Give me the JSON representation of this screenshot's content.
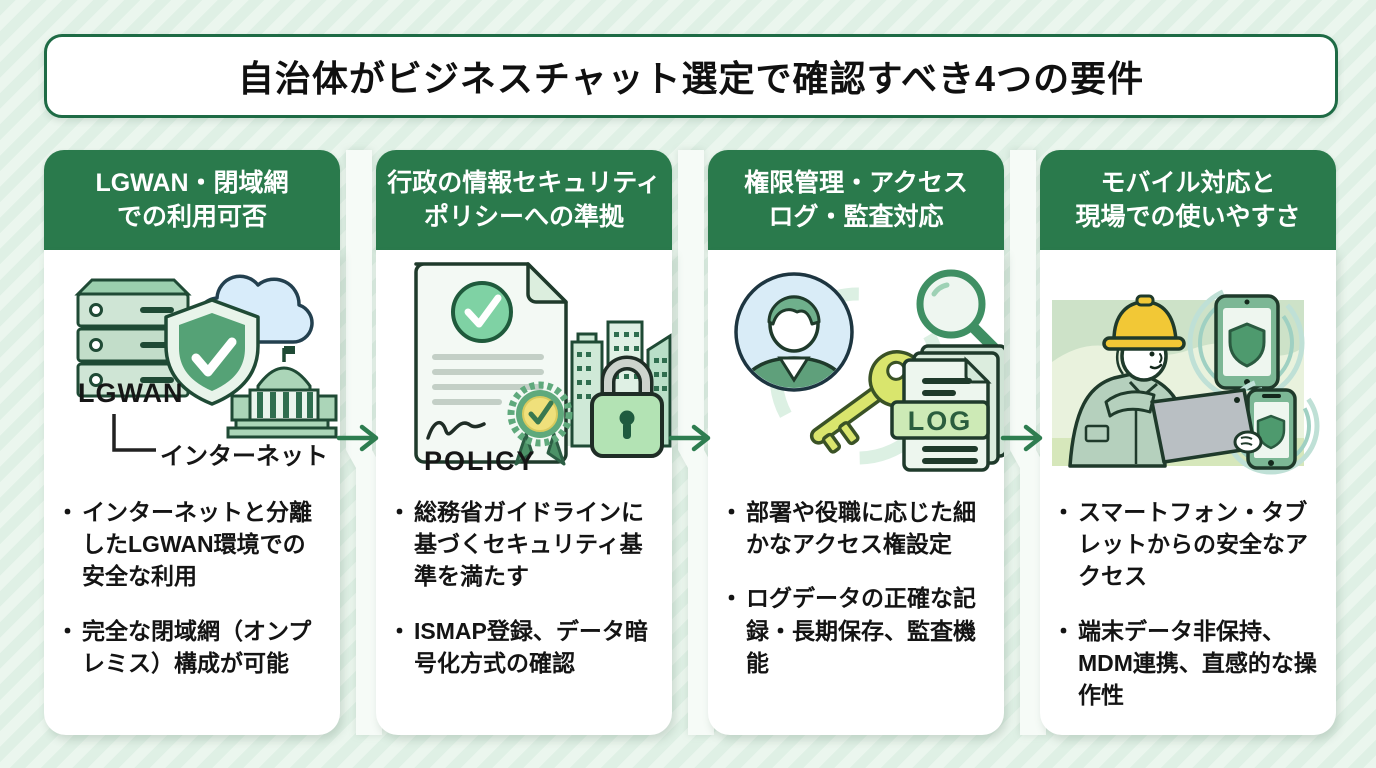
{
  "title": "自治体がビジネスチャット選定で確認すべき4つの要件",
  "bullet_marker": "・",
  "colors": {
    "header_green": "#2a7a4c",
    "arrow_green": "#2e7d50",
    "title_border_green": "#1e6b45",
    "background_green": "#e4f2e8"
  },
  "columns": [
    {
      "id": "lgwan",
      "header_lines": [
        "LGWAN・閉域網",
        "での利用可否"
      ],
      "labels": {
        "server": "LGWAN",
        "internet": "インターネット"
      },
      "bullets": [
        "インターネットと分離したLGWAN環境での安全な利用",
        "完全な閉域網（オンプレミス）構成が可能"
      ]
    },
    {
      "id": "policy",
      "header_lines": [
        "行政の情報セキュリティ",
        "ポリシーへの準拠"
      ],
      "labels": {
        "policy": "POLICY"
      },
      "bullets": [
        "総務省ガイドラインに基づくセキュリティ基準を満たす",
        "ISMAP登録、データ暗号化方式の確認"
      ]
    },
    {
      "id": "access-log",
      "header_lines": [
        "権限管理・アクセス",
        "ログ・監査対応"
      ],
      "labels": {
        "log": "LOG"
      },
      "bullets": [
        "部署や役職に応じた細かなアクセス権設定",
        "ログデータの正確な記録・長期保存、監査機能"
      ]
    },
    {
      "id": "mobile",
      "header_lines": [
        "モバイル対応と",
        "現場での使いやすさ"
      ],
      "labels": {},
      "bullets": [
        "スマートフォン・タブレットからの安全なアクセス",
        "端末データ非保持、MDM連携、直感的な操作性"
      ]
    }
  ]
}
